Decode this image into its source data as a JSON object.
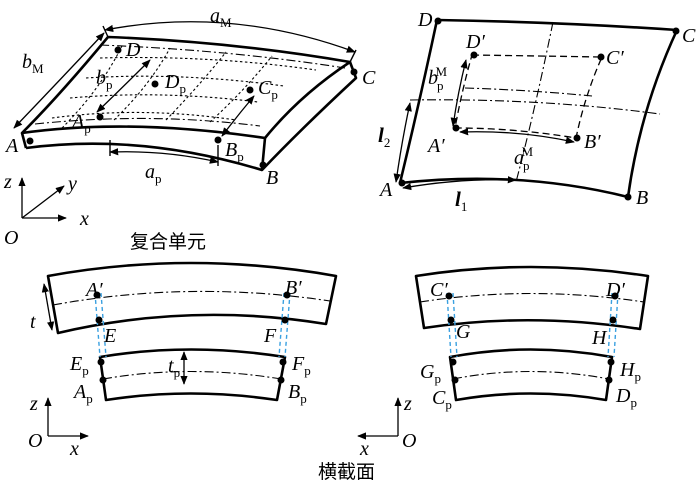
{
  "captions": {
    "composite": "复合单元",
    "cross_section": "横截面"
  },
  "labels": {
    "aM": "a",
    "aM_sub": "M",
    "bM": "b",
    "bM_sub": "M",
    "A": "A",
    "B": "B",
    "C": "C",
    "D": "D",
    "Ap": "A",
    "Bp": "B",
    "Cp": "C",
    "Dp": "D",
    "p": "p",
    "ap": "a",
    "bp": "b",
    "z": "z",
    "y": "y",
    "x": "x",
    "O": "O",
    "Ar": "A",
    "Br": "B",
    "Cr": "C",
    "Dr": "D",
    "Aprime": "A′",
    "Bprime": "B′",
    "Cprime": "C′",
    "Dprime": "D′",
    "bpM": "b",
    "apM": "a",
    "M": "M",
    "l1": "l",
    "l2": "l",
    "one": "1",
    "two": "2",
    "t": "t",
    "tp": "t",
    "E": "E",
    "F": "F",
    "Ep": "E",
    "Fp": "F",
    "G": "G",
    "H": "H",
    "Gp": "G",
    "Hp": "H"
  }
}
